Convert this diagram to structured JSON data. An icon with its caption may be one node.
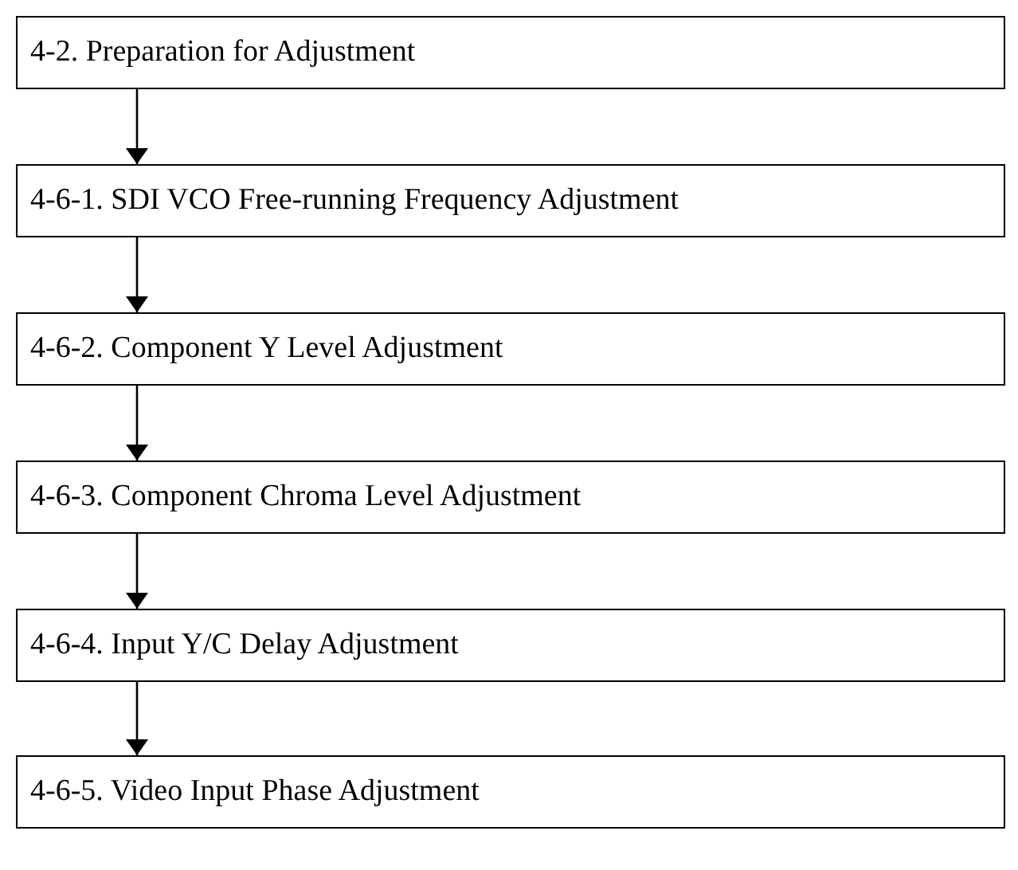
{
  "diagram": {
    "nodes": [
      {
        "text": [
          "4-2. Preparation for Adjustment"
        ]
      },
      {
        "text": [
          "4-6-1. SDI VCO Free-running Frequency Adjustment"
        ]
      },
      {
        "text": [
          "4-6-2. Component Y Level Adjustment"
        ]
      },
      {
        "text": [
          "4-6-3. Component Chroma Level Adjustment"
        ]
      },
      {
        "text": [
          "4-6-4. Input Y/C Delay Adjustment"
        ]
      },
      {
        "text": [
          "4-6-5. Video Input Phase Adjustment"
        ]
      }
    ],
    "edges": [
      {
        "from": 0,
        "to": 1,
        "arrow": "to"
      },
      {
        "from": 1,
        "to": 2,
        "arrow": "to"
      },
      {
        "from": 2,
        "to": 3,
        "arrow": "to"
      },
      {
        "from": 3,
        "to": 4,
        "arrow": "to"
      },
      {
        "from": 4,
        "to": 5,
        "arrow": "to"
      }
    ]
  }
}
